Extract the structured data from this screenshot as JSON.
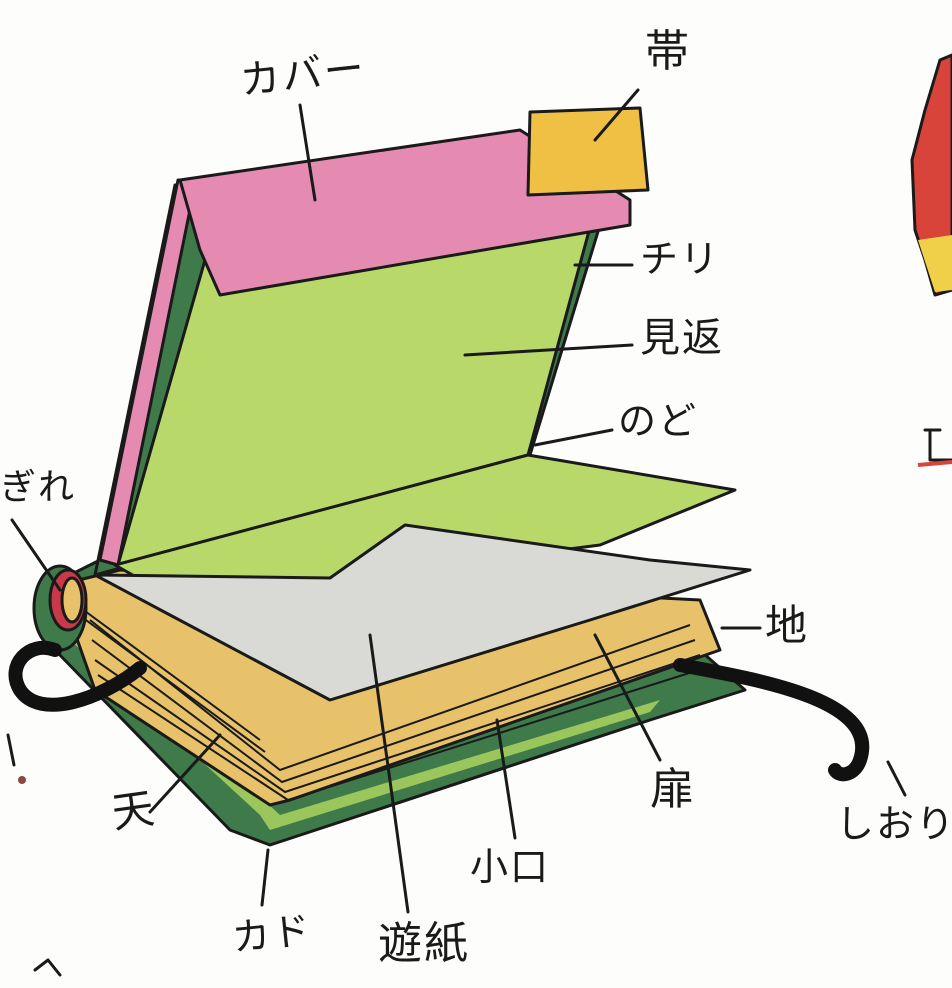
{
  "labels": {
    "cover": "カバー",
    "obi": "帯",
    "chiri": "チリ",
    "mikaeshi": "見返",
    "nodo": "のど",
    "hanagire": "ぎれ",
    "chi": "地",
    "ten": "天",
    "tobira": "扉",
    "koguchi": "小口",
    "shiori": "しおり",
    "kado": "カド",
    "asobigami": "遊紙"
  },
  "colors": {
    "cover_pink": "#e58bb2",
    "obi_yellow": "#efc043",
    "endpaper_green": "#b8d96a",
    "board_green": "#3f7a4b",
    "flyleaf_gray": "#d9dad6",
    "page_edge": "#e8c26a",
    "ribbon": "#111111",
    "right_edge_red": "#d8443a"
  }
}
